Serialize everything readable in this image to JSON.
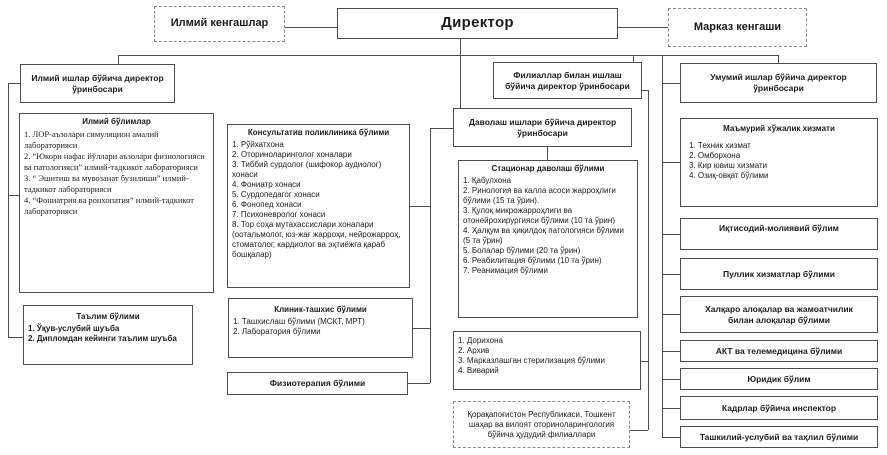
{
  "top": {
    "scientific_councils": "Илмий кенгашлар",
    "director": "Директор",
    "center_council": "Марказ кенгаши"
  },
  "left": {
    "deputy": "Илмий ишлар бўйича директор ўринбосари",
    "scientific_departments": {
      "title": "Илмий бўлимлар",
      "items": [
        "1. ЛОР-аъзолари симуляцион амалий лабораторияси",
        "2. “Юкори нафас йўллари аъзолари физиологияси ва патологияси” илмий-тадкикот лабораторияси",
        "3. “ Эшитиш ва мувозанат бузилиши” илмий-тадкикот лабораторияси",
        "4. “Фониатрия ва ронхопатия” илмий-тадкикот лабораторияси"
      ]
    },
    "education": {
      "title": "Таълим бўлими",
      "items": [
        "1. Ўқув-услубий шуъба",
        "2. Дипломдан кейинги таълим шуъба"
      ]
    }
  },
  "middle": {
    "consultative": {
      "title": "Консультатив поликлиника бўлими",
      "items": [
        "1. Рўйхатхона",
        "2. Оториноларинголог хоналари",
        "3. Тиббий сурдолог (шифокор аудиолог) хонаси",
        "4. Фониатр хонаси",
        "5. Сурдопедагог хонаси",
        "6. Фонопед хонаси",
        "7. Психоневролог хонаси",
        "8. Тор соҳа мутахассислари хоналари (оотальмолог, юз-жағ жарроҳи, нейрожарроҳ, стоматолог, кардиолог ва эҳтиёжга қараб бошқалар)"
      ]
    },
    "clinical_diagnostics": {
      "title": "Клиник-ташхис бўлими",
      "items": [
        "1. Ташхислаш бўлими (МСКТ, МРТ)",
        "2. Лаборатория бўлими"
      ]
    },
    "physiotherapy": {
      "title": "Физиотерапия бўлими"
    },
    "branches_deputy": "Филиаллар билан ишлаш бўйича директор ўринбосари",
    "treatment_deputy": "Даволаш ишлари бўйича директор ўринбосари",
    "inpatient": {
      "title": "Стационар даволаш бўлими",
      "items": [
        "1. Қабулхона",
        "2. Ринология ва калла асоси жарроҳлиги бўлими (15 та ўрин).",
        "3. Қулоқ микрожарроҳлиги ва отонейрохирургияси бўлими (10 та ўрин)",
        "4. Ҳалқум ва ҳиқилдоқ патологияси бўлими (5 та ўрин)",
        "5. Болалар бўлими (20 та ўрин)",
        "6. Реабилитация бўлими (10 та ўрин)",
        "7. Реанимация бўлими"
      ]
    },
    "support": {
      "items": [
        "1. Дорихона",
        "2. Архив",
        "3. Марказлашган стерилизация бўлими",
        "4. Виварий"
      ]
    },
    "regional_branches": "Қорақапоғистон Республикаси, Тошкент шаҳар ва вилоят оториноларингология бўйича ҳудудий филиаллари"
  },
  "right": {
    "deputy": "Умумий ишлар бўйича директор ўринбосари",
    "administrative": {
      "title": "Маъмурий хўжалик хизмати",
      "items": [
        "1. Техник хизмат",
        "2. Омборхона",
        "3. Кир ювиш хизмати",
        "4. Озиқ-овқат бўлими"
      ]
    },
    "economics": "Иқтисодий-молиявий бўлим",
    "paid_services": "Пуллик хизматлар бўлими",
    "international": "Халқаро алоқалар ва жамоатчилик билан алоқалар бўлими",
    "ict": "АКТ ва телемедицина бўлими",
    "legal": "Юридик бўлим",
    "hr": "Кадрлар бўйича инспектор",
    "organizational": "Ташкилий-услубий ва таҳлил бўлими"
  }
}
